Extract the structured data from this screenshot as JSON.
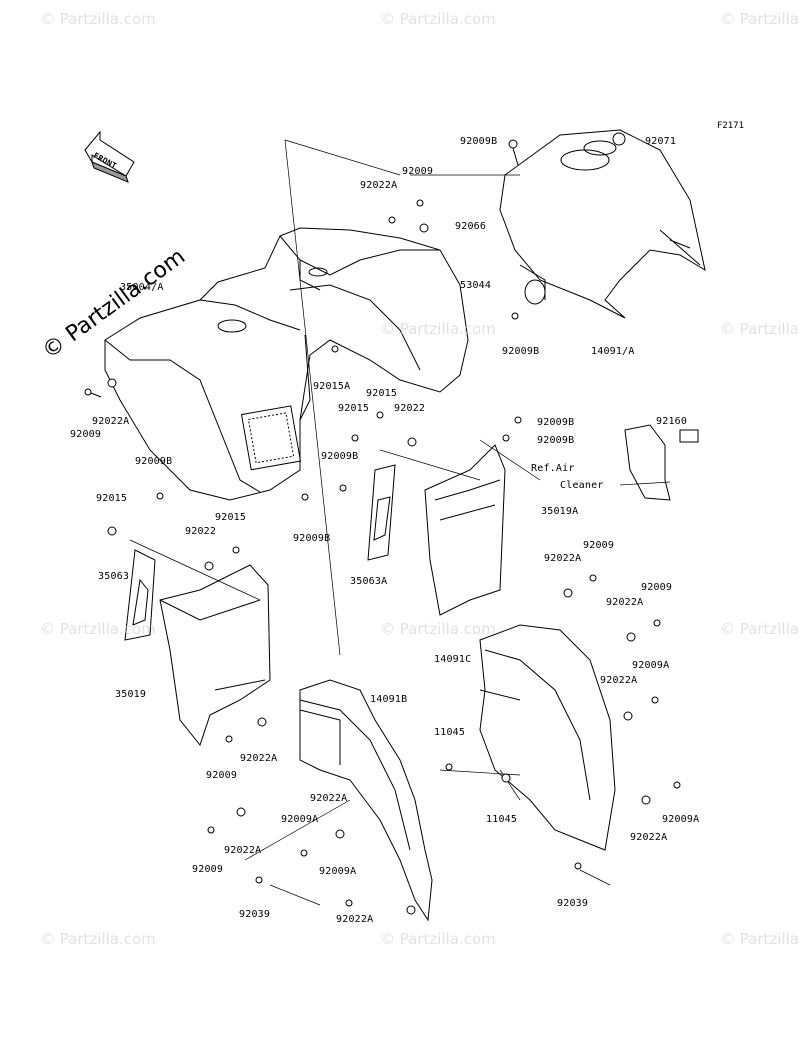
{
  "figure_id": "F2171",
  "watermark": "© Partzilla.com",
  "front_label": "FRONT",
  "ref_note": {
    "line1": "Ref.Air",
    "line2": "Cleaner"
  },
  "part_labels": [
    "92009B",
    "92071",
    "92009",
    "92022A",
    "92066",
    "53044",
    "92009B",
    "14091/A",
    "35004/A",
    "92015A",
    "92015",
    "92015",
    "92022",
    "92009B",
    "92009B",
    "92022A",
    "92009",
    "92009B",
    "92009B",
    "92009B",
    "92160",
    "35019A",
    "92015",
    "92015",
    "92022",
    "35063",
    "35063A",
    "92022A",
    "92009",
    "92009",
    "92022A",
    "14091C",
    "92009A",
    "92022A",
    "35019",
    "14091B",
    "11045",
    "92022A",
    "92009",
    "92022A",
    "92009A",
    "92022A",
    "11045",
    "92009A",
    "92022A",
    "92009",
    "92009A",
    "92039",
    "92022A",
    "92039"
  ]
}
